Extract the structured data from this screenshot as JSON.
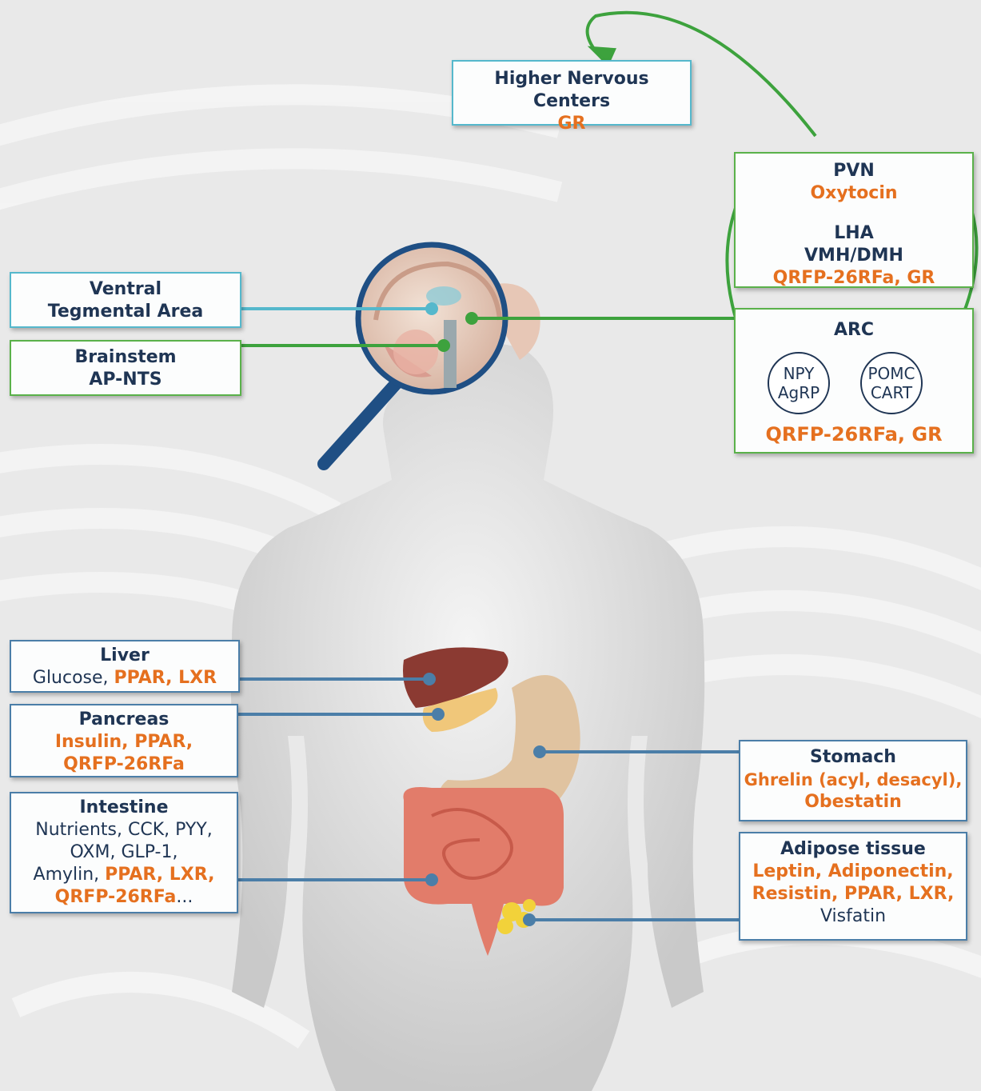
{
  "higher": {
    "title": "Higher Nervous Centers",
    "receptors": "GR"
  },
  "hypothalamus": {
    "pvn_title": "PVN",
    "pvn_signal": "Oxytocin",
    "lha": "LHA",
    "vmh_dmh": "VMH/DMH",
    "lha_signals": "QRFP-26RFa, GR"
  },
  "arc": {
    "title": "ARC",
    "neuron1": {
      "line1": "NPY",
      "line2": "AgRP"
    },
    "neuron2": {
      "line1": "POMC",
      "line2": "CART"
    },
    "signals": "QRFP-26RFa, GR"
  },
  "vta": {
    "line1": "Ventral",
    "line2": "Tegmental Area"
  },
  "brainstem": {
    "line1": "Brainstem",
    "line2": "AP-NTS"
  },
  "liver": {
    "title": "Liver",
    "dark": "Glucose, ",
    "orange": "PPAR, LXR"
  },
  "pancreas": {
    "title": "Pancreas",
    "line1": "Insulin, PPAR,",
    "line2": "QRFP-26RFa"
  },
  "intestine": {
    "title": "Intestine",
    "line1": "Nutrients, CCK, PYY,",
    "line2": "OXM, GLP-1,",
    "line3_dark": "Amylin, ",
    "line3_orange": "PPAR, LXR,",
    "line4_orange": "QRFP-26RFa",
    "line4_dark": "..."
  },
  "stomach": {
    "title": "Stomach",
    "line1": "Ghrelin (acyl, desacyl),",
    "line2": "Obestatin"
  },
  "adipose": {
    "title": "Adipose tissue",
    "line1": "Leptin, Adiponectin,",
    "line2": "Resistin, PPAR, LXR,",
    "line3": "Visfatin"
  },
  "colors": {
    "orange": "#e5701f",
    "navy": "#1f3554",
    "green": "#5ab14a",
    "blue": "#4b7ea8",
    "teal": "#55b8cc"
  }
}
